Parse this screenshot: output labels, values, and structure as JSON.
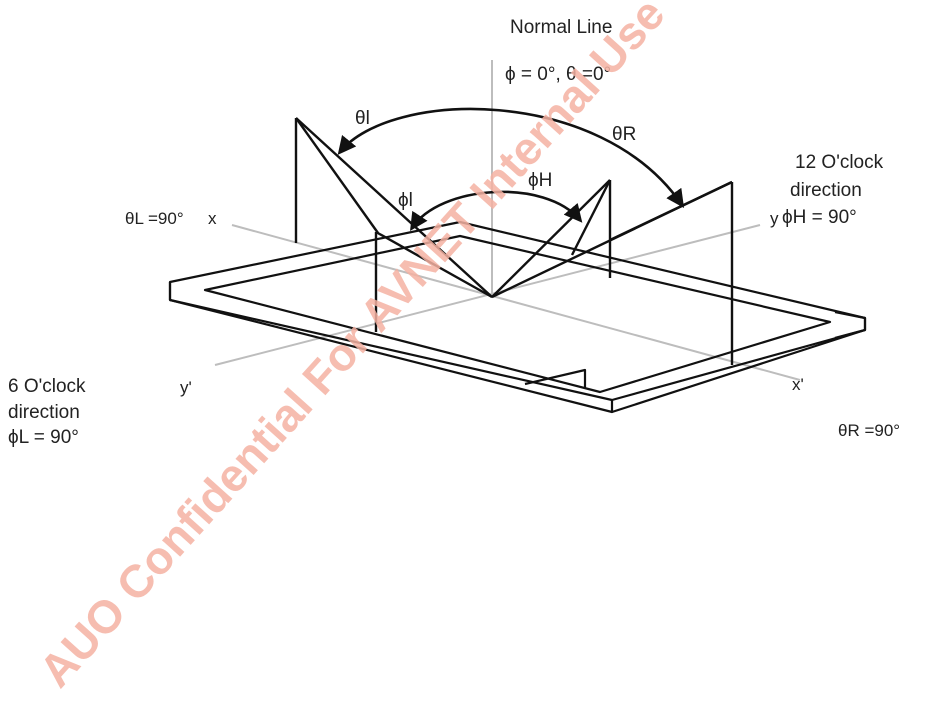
{
  "diagram": {
    "normal_line": "Normal Line",
    "normal_angles": "ϕ = 0°,  θ =0°",
    "theta_l_arc": "θl",
    "theta_r_arc": "θR",
    "phi_l_arc": "ϕl",
    "phi_h_arc": "ϕH",
    "theta_l_90": "θL =90°",
    "x_axis": "x",
    "x_prime": "x'",
    "y_axis": "y",
    "y_prime": "y'",
    "twelve_oclock": [
      "12  O'clock",
      "direction",
      "ϕH = 90°"
    ],
    "six_oclock": [
      "6 O'clock",
      "direction",
      "ϕL = 90°"
    ],
    "theta_r_90": "θR =90°"
  },
  "watermark": "AUO Confidential For AVNET Internal Use Only",
  "colors": {
    "line": "#111111",
    "axis": "#bbbbbb",
    "watermark": "#f4b2a2"
  }
}
